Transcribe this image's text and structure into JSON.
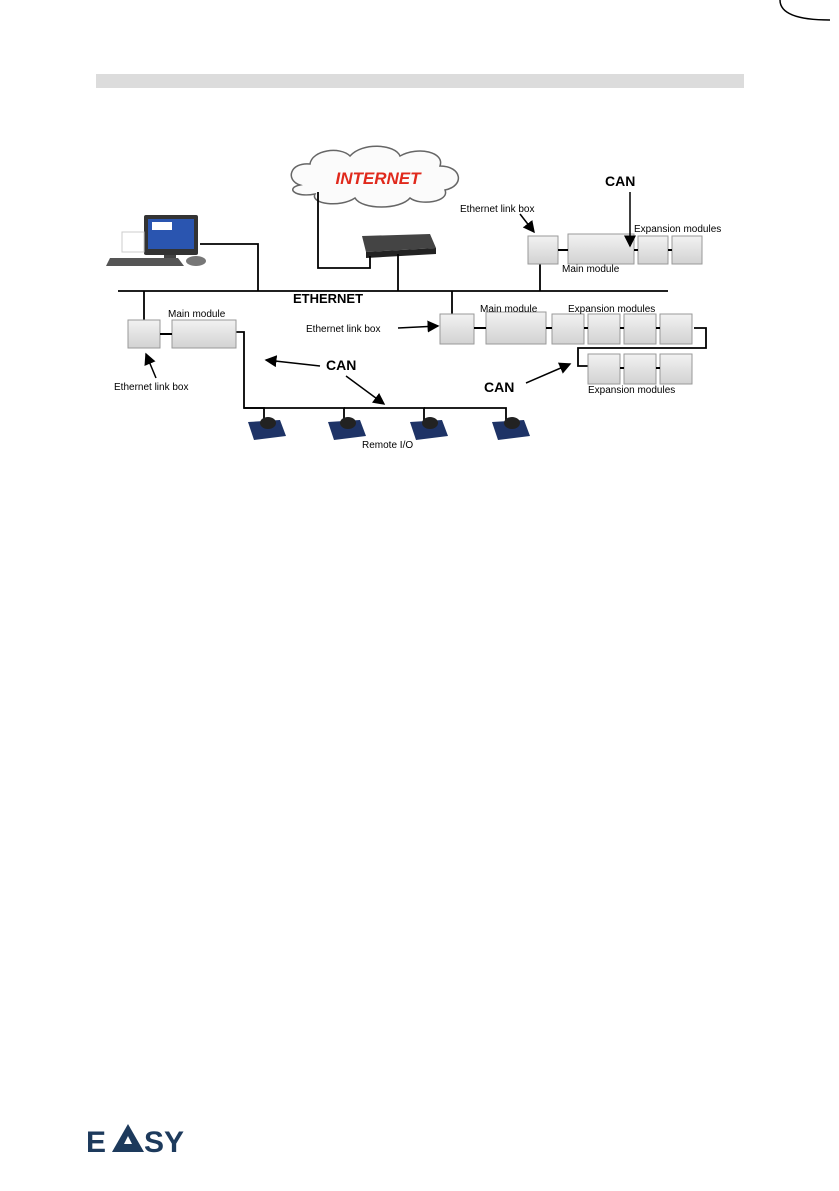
{
  "colors": {
    "header_bar": "#dcdcdc",
    "wire": "#000000",
    "internet_text": "#e0291c",
    "module_fill": "#e6e6e6",
    "logo_navy": "#1d3a5c"
  },
  "diagram": {
    "internet_label": "INTERNET",
    "ethernet_label": "ETHERNET",
    "can_labels": [
      "CAN",
      "CAN",
      "CAN"
    ],
    "top_right": {
      "link_box_label": "Ethernet link box",
      "main_module_label": "Main module",
      "expansion_label": "Expansion modules"
    },
    "left_station": {
      "main_module_label": "Main module",
      "link_box_label": "Ethernet link box"
    },
    "right_station": {
      "link_box_label": "Ethernet link box",
      "main_module_label": "Main module",
      "expansion_label_top": "Expansion modules",
      "expansion_label_bottom": "Expansion modules"
    },
    "remote_io_label": "Remote I/O"
  },
  "logo": {
    "text_left": "E",
    "text_right": "SY"
  }
}
